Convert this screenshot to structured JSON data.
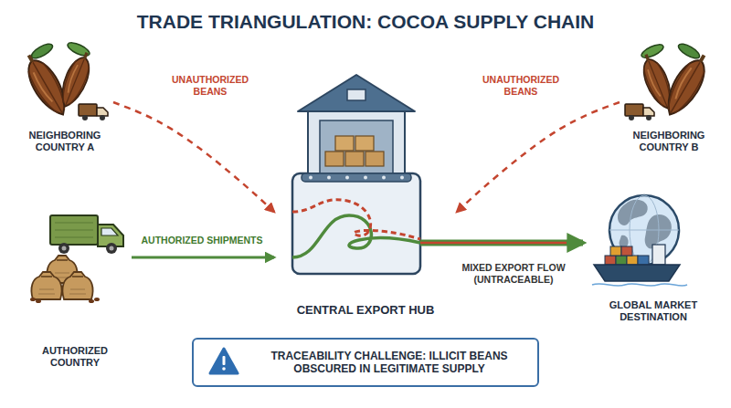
{
  "diagram": {
    "title": "TRADE TRIANGULATION: COCOA SUPPLY CHAIN",
    "nodes": [
      {
        "text": [
          "NEIGHBORING COUNTRY A"
        ]
      },
      {
        "text": [
          "NEIGHBORING COUNTRY B"
        ]
      },
      {
        "text": [
          "AUTHORIZED COUNTRY"
        ]
      },
      {
        "text": [
          "CENTRAL EXPORT HUB"
        ]
      },
      {
        "text": [
          "GLOBAL MARKET DESTINATION"
        ]
      },
      {
        "text": [
          "TRACEABILITY CHALLENGE: ILLICIT BEANS OBSCURED IN LEGITIMATE SUPPLY"
        ]
      }
    ],
    "edges": [
      {
        "from": 0,
        "to": 3,
        "label": "UNAUTHORIZED BEANS",
        "arrow": "to"
      },
      {
        "from": 1,
        "to": 3,
        "label": "UNAUTHORIZED BEANS",
        "arrow": "to"
      },
      {
        "from": 2,
        "to": 3,
        "label": "AUTHORIZED SHIPMENTS",
        "arrow": "to"
      },
      {
        "from": 3,
        "to": 4,
        "label": "MIXED EXPORT FLOW (UNTRACEABLE)",
        "arrow": "to"
      }
    ]
  }
}
